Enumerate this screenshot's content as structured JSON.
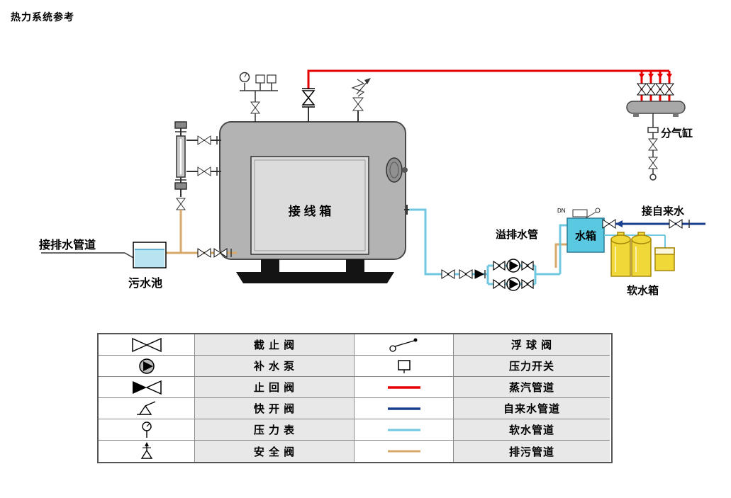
{
  "title": "热力系统参考",
  "diagram": {
    "labels": {
      "junction_box": "接 线 箱",
      "drain_pipe_connection": "接排水管道",
      "sewage_pool": "污水池",
      "steam_distributor": "分气缸",
      "overflow_drain": "溢排水管",
      "water_tank": "水箱",
      "tap_water_connection": "接自来水",
      "soft_water_tank": "软水箱",
      "dn_mark": "DN"
    },
    "colors": {
      "steam_pipe": "#e60000",
      "tap_water_pipe": "#1b3f8f",
      "soft_water_pipe": "#6fc8e0",
      "drain_pipe": "#d8a868",
      "boiler_body": "#b3b3b3",
      "water_tank_fill": "#59c8e0",
      "soft_tank_fill": "#f0d838"
    }
  },
  "legend": {
    "left": [
      {
        "symbol": "stop-valve",
        "label": "截 止 阀"
      },
      {
        "symbol": "feed-pump",
        "label": "补 水 泵"
      },
      {
        "symbol": "check-valve",
        "label": "止 回 阀"
      },
      {
        "symbol": "quick-open-valve",
        "label": "快 开 阀"
      },
      {
        "symbol": "pressure-gauge",
        "label": "压 力 表"
      },
      {
        "symbol": "safety-valve",
        "label": "安 全 阀"
      }
    ],
    "right": [
      {
        "symbol": "float-valve",
        "label": "浮 球 阀"
      },
      {
        "symbol": "pressure-switch",
        "label": "压力开关"
      },
      {
        "symbol": "steam-pipe",
        "label": "蒸汽管道",
        "color": "#e60000"
      },
      {
        "symbol": "tap-water-pipe",
        "label": "自来水管道",
        "color": "#1b3f8f"
      },
      {
        "symbol": "soft-water-pipe",
        "label": "软水管道",
        "color": "#6fc8e0"
      },
      {
        "symbol": "drain-pipe",
        "label": "排污管道",
        "color": "#d8a868"
      }
    ]
  }
}
